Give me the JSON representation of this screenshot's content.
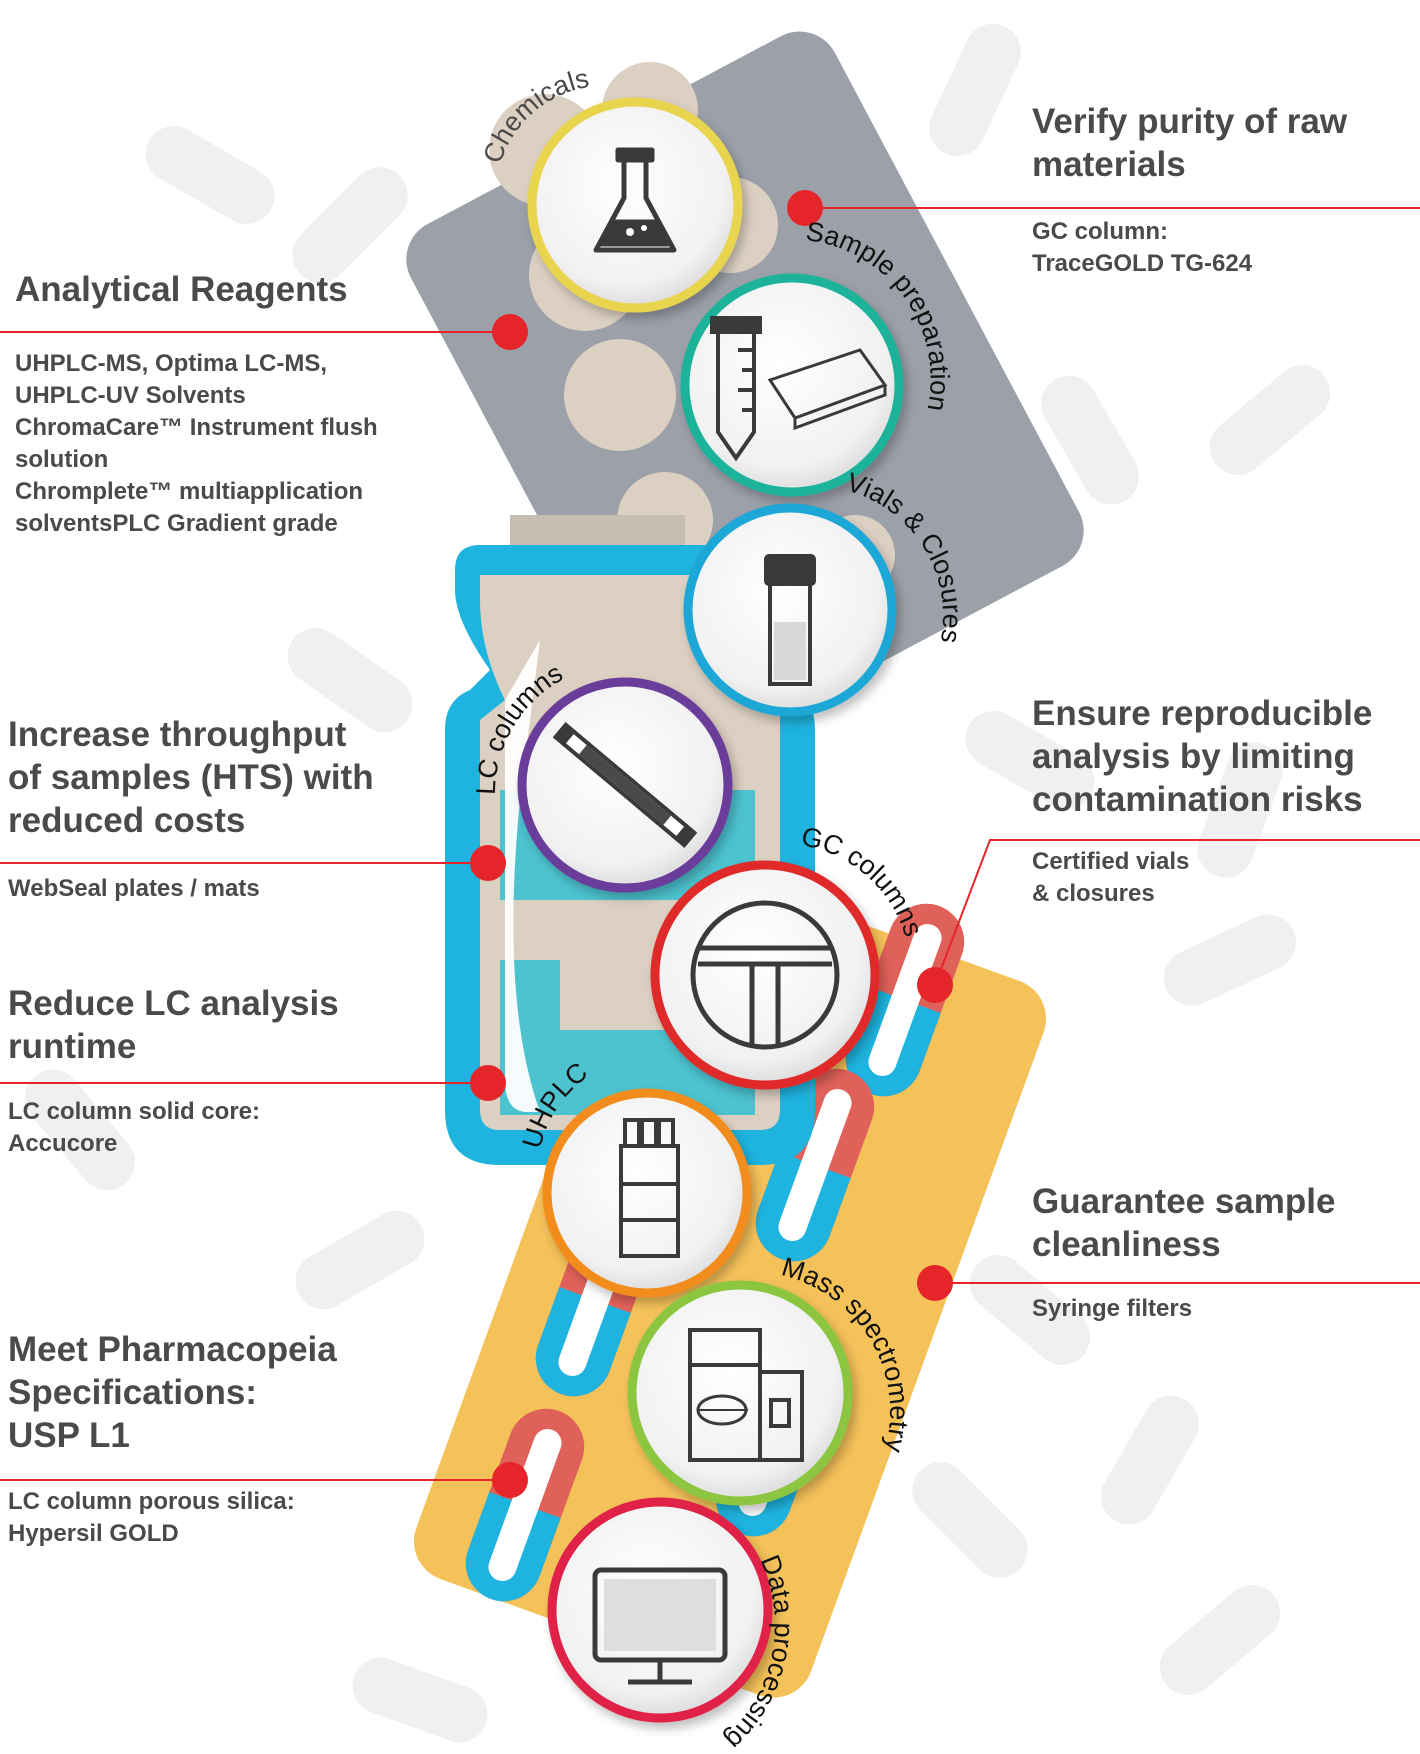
{
  "benefits": [
    {
      "id": "verify",
      "heading": "Verify purity of raw\nmaterials",
      "detail": "GC column:\nTraceGOLD TG-624"
    },
    {
      "id": "reagents",
      "heading": "Analytical Reagents",
      "detail": "UHPLC-MS, Optima LC-MS,\nUHPLC-UV Solvents\nChromaCare™ Instrument flush\nsolution\nChromplete™ multiapplication\nsolventsPLC Gradient grade"
    },
    {
      "id": "reproducible",
      "heading": "Ensure reproducible\nanalysis by limiting\ncontamination risks",
      "detail": "Certified vials\n& closures"
    },
    {
      "id": "throughput",
      "heading": "Increase throughput\nof samples (HTS) with\nreduced costs",
      "detail": "WebSeal plates / mats"
    },
    {
      "id": "runtime",
      "heading": "Reduce LC analysis\nruntime",
      "detail": "LC column solid core:\nAccucore"
    },
    {
      "id": "cleanliness",
      "heading": "Guarantee sample\ncleanliness",
      "detail": "Syringe filters"
    },
    {
      "id": "pharmacopeia",
      "heading": "Meet Pharmacopeia\nSpecifications:\nUSP L1",
      "detail": "LC column porous silica:\nHypersil GOLD"
    }
  ],
  "steps": [
    {
      "label": "Chemicals",
      "icon": "flask-icon",
      "ring_color": "#e8d44d"
    },
    {
      "label": "Sample preparation",
      "icon": "tube-and-plate-icon",
      "ring_color": "#1fb39a"
    },
    {
      "label": "Vials & Closures",
      "icon": "vial-icon",
      "ring_color": "#1aa7d6"
    },
    {
      "label": "LC columns",
      "icon": "lc-column-icon",
      "ring_color": "#6a3d9a"
    },
    {
      "label": "GC columns",
      "icon": "gc-column-icon",
      "ring_color": "#e02b2b"
    },
    {
      "label": "UHPLC",
      "icon": "uhplc-instrument-icon",
      "ring_color": "#f28c1e"
    },
    {
      "label": "Mass spectrometry",
      "icon": "mass-spectrometer-icon",
      "ring_color": "#8cc63f"
    },
    {
      "label": "Data processing",
      "icon": "monitor-icon",
      "ring_color": "#e0234a"
    }
  ],
  "colors": {
    "accent_red": "#e6252a",
    "text_gray": "#4a4a4a",
    "blister_gray": "#9ca0a8",
    "blister_yellow": "#f5c25a",
    "bottle_blue": "#1eb4df",
    "beige": "#dcd0c2"
  }
}
